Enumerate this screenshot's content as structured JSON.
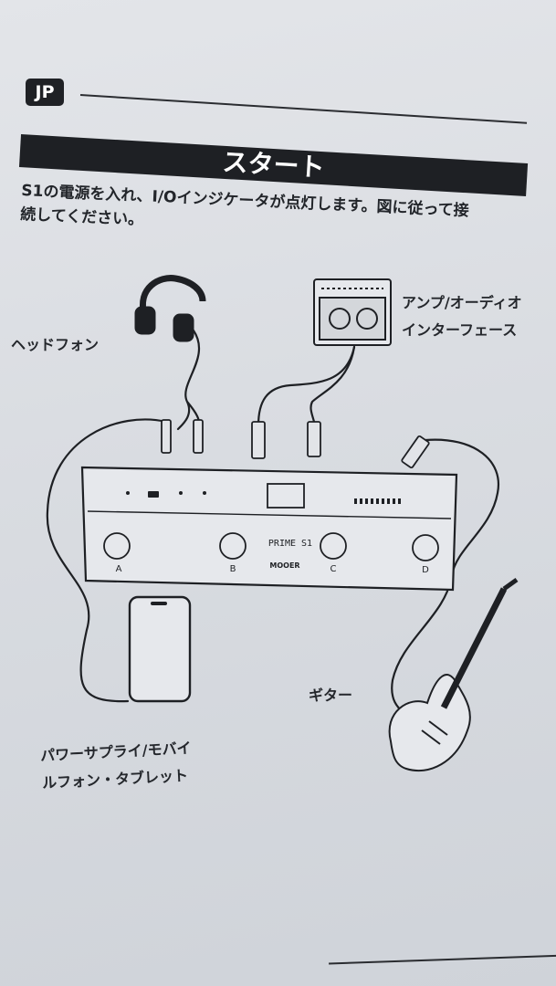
{
  "header": {
    "language_badge": "JP"
  },
  "section": {
    "title": "スタート"
  },
  "instructions": {
    "line1": "S1の電源を入れ、I/Oインジケータが点灯します。図に従って接",
    "line2": "続してください。"
  },
  "labels": {
    "headphones": "ヘッドフォン",
    "amp_line1": "アンプ/オーディオ",
    "amp_line2": "インターフェース",
    "guitar": "ギター",
    "power_line1": "パワーサプライ/モバイ",
    "power_line2": "ルフォン・タブレット"
  },
  "device": {
    "model": "PRIME S1",
    "brand": "MOOER",
    "footswitches": [
      "A",
      "B",
      "C",
      "D"
    ]
  },
  "colors": {
    "ink": "#1e2024",
    "paper": "#dde0e4"
  }
}
